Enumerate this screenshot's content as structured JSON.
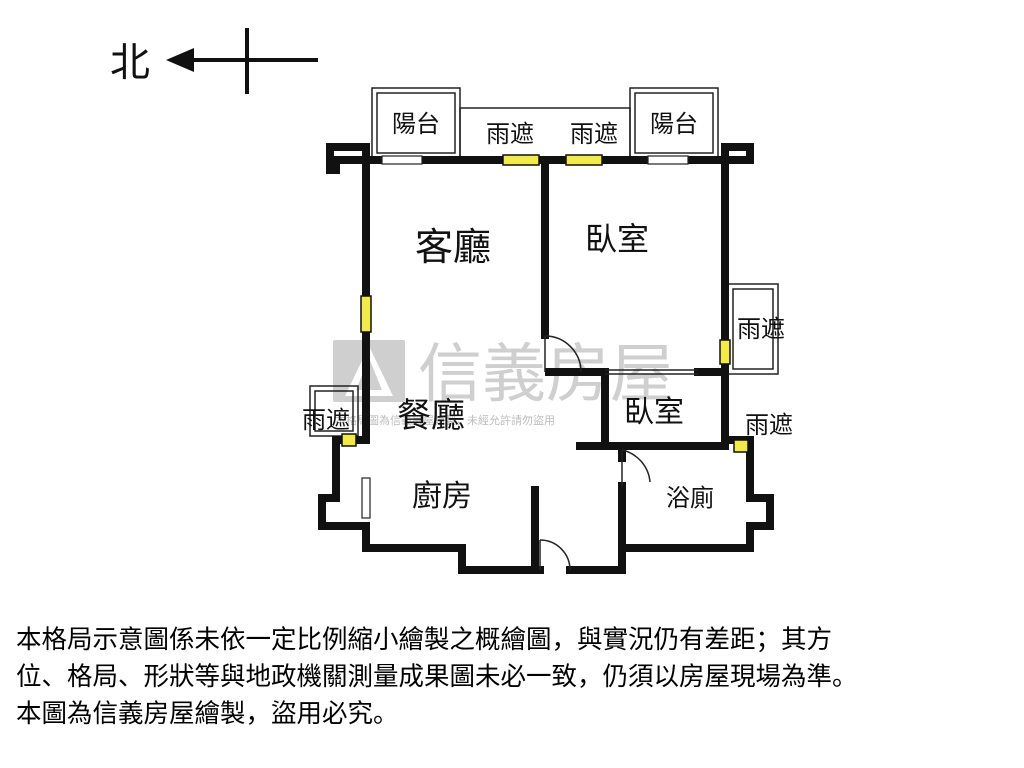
{
  "compass": {
    "label": "北"
  },
  "rooms": {
    "living_room": "客廳",
    "bedroom_main": "臥室",
    "bedroom_small": "臥室",
    "dining_room": "餐廳",
    "kitchen": "廚房",
    "bathroom": "浴廁",
    "balcony_left": "陽台",
    "balcony_right": "陽台",
    "canopy_top_left": "雨遮",
    "canopy_top_right": "雨遮",
    "canopy_east": "雨遮",
    "canopy_west": "雨遮",
    "canopy_southeast": "雨遮"
  },
  "watermark": {
    "brand": "信義房屋",
    "notice": "本格局圖為信義房屋繪製，未經允許請勿盜用"
  },
  "colors": {
    "window": "#f2ea4a",
    "wall": "#111111",
    "watermark": "#cfcfcf"
  },
  "disclaimer": {
    "line1": "本格局示意圖係未依一定比例縮小繪製之概繪圖，與實況仍有差距；其方",
    "line2": "位、格局、形狀等與地政機關測量成果圖未必一致，仍須以房屋現場為準。",
    "line3": "本圖為信義房屋繪製，盜用必究。"
  }
}
